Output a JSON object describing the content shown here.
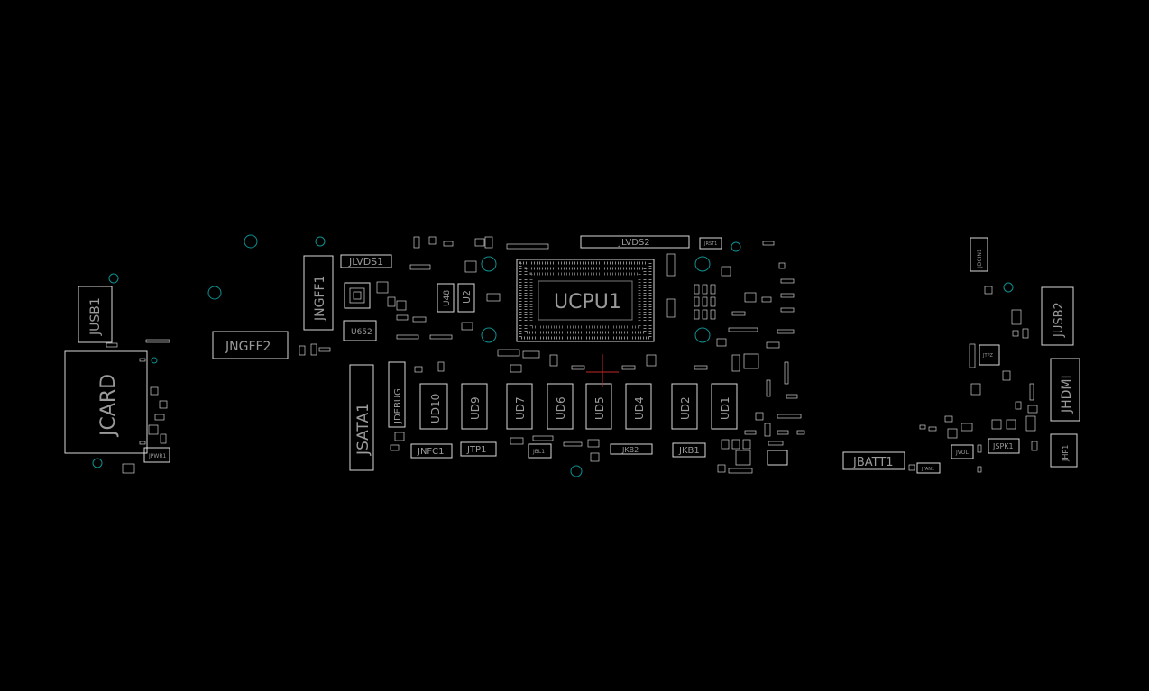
{
  "colors": {
    "background": "#000000",
    "outline": "#d9d9d9",
    "label": "#9a9a9a",
    "hole": "#0f8f8f",
    "marker": "#c02828"
  },
  "labels": {
    "jusb1": "JUSB1",
    "jcard": "JCARD",
    "jpwr1": "JPWR1",
    "jngff2": "JNGFF2",
    "jngff1": "JNGFF1",
    "jlvds1": "JLVDS1",
    "u652": "U652",
    "jsata1": "JSATA1",
    "jdebug": "JDEBUG",
    "u48": "U48",
    "u2": "U2",
    "jlvds2": "JLVDS2",
    "jrst1": "JRST1",
    "ucpu1": "UCPU1",
    "ud10": "UD10",
    "ud9": "UD9",
    "ud7": "UD7",
    "ud6": "UD6",
    "ud5": "UD5",
    "ud4": "UD4",
    "ud2": "UD2",
    "ud1": "UD1",
    "jnfc1": "JNFC1",
    "jtp1": "JTP1",
    "jbl1": "JBL1",
    "jkb2": "JKB2",
    "jkb1": "JKB1",
    "jbatt1": "JBATT1",
    "jfan1": "JFAN1",
    "jvol": "JVOL",
    "jspk1": "JSPK1",
    "jhp1": "JHP1",
    "jhdmi": "JHDMI",
    "jusb2": "JUSB2",
    "jdcin1": "JDCIN1",
    "jtpz": "JTPZ"
  }
}
